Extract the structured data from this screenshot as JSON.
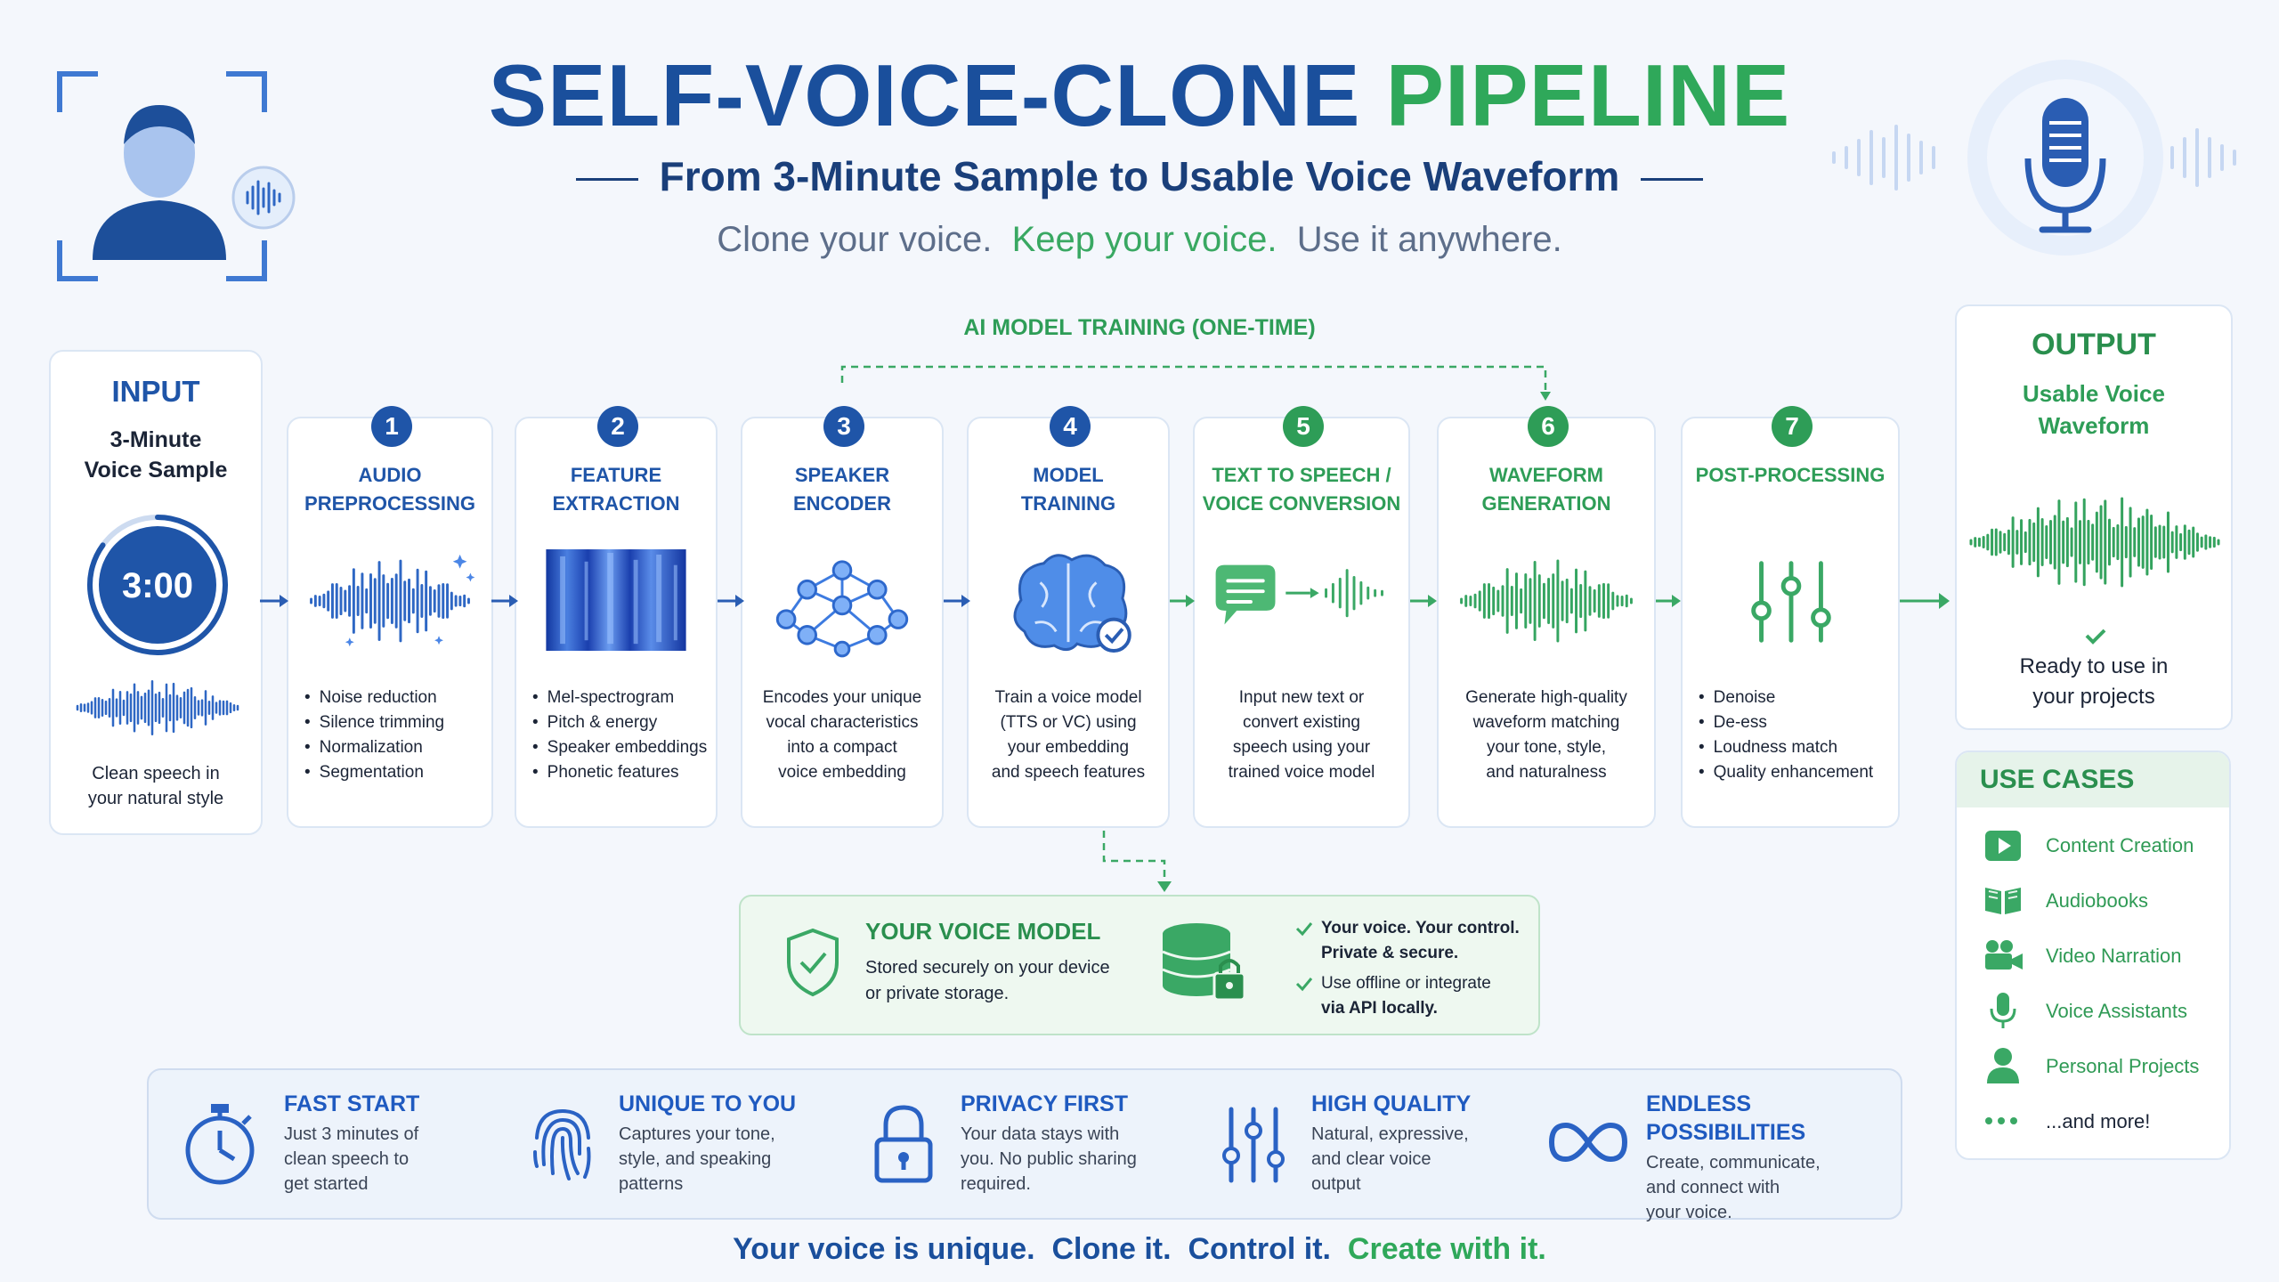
{
  "header": {
    "title_part1": "SELF-VOICE-CLONE",
    "title_part2": "PIPELINE",
    "subtitle": "From 3-Minute Sample to Usable Voice Waveform",
    "tagline_1": "Clone your voice.",
    "tagline_2": "Keep your voice.",
    "tagline_3": "Use it anywhere."
  },
  "input": {
    "heading": "INPUT",
    "line1": "3-Minute",
    "line2": "Voice Sample",
    "timer": "3:00",
    "caption1": "Clean speech in",
    "caption2": "your natural style",
    "timer_progress": 0.85
  },
  "training_label": "AI MODEL TRAINING (ONE-TIME)",
  "steps": [
    {
      "num": "1",
      "title1": "AUDIO",
      "title2": "PREPROCESSING",
      "bullets": [
        "Noise reduction",
        "Silence trimming",
        "Normalization",
        "Segmentation"
      ]
    },
    {
      "num": "2",
      "title1": "FEATURE",
      "title2": "EXTRACTION",
      "bullets": [
        "Mel-spectrogram",
        "Pitch & energy",
        "Speaker embeddings",
        "Phonetic features"
      ]
    },
    {
      "num": "3",
      "title1": "SPEAKER",
      "title2": "ENCODER",
      "desc": [
        "Encodes your unique",
        "vocal characteristics",
        "into a compact",
        "voice embedding"
      ]
    },
    {
      "num": "4",
      "title1": "MODEL",
      "title2": "TRAINING",
      "desc": [
        "Train a voice model",
        "(TTS or VC) using",
        "your embedding",
        "and speech features"
      ]
    },
    {
      "num": "5",
      "title1": "TEXT TO SPEECH /",
      "title2": "VOICE CONVERSION",
      "desc": [
        "Input new text or",
        "convert existing",
        "speech using your",
        "trained voice model"
      ]
    },
    {
      "num": "6",
      "title1": "WAVEFORM",
      "title2": "GENERATION",
      "desc": [
        "Generate high-quality",
        "waveform matching",
        "your tone, style,",
        "and naturalness"
      ]
    },
    {
      "num": "7",
      "title1": "POST-PROCESSING",
      "title2": "",
      "bullets": [
        "Denoise",
        "De-ess",
        "Loudness match",
        "Quality enhancement"
      ]
    }
  ],
  "output": {
    "heading": "OUTPUT",
    "line1": "Usable Voice",
    "line2": "Waveform",
    "ready1": "Ready to use in",
    "ready2": "your projects"
  },
  "voice_model": {
    "title": "YOUR VOICE MODEL",
    "desc1": "Stored securely on your device",
    "desc2": "or private storage.",
    "check1a": "Your voice. Your control.",
    "check1b": "Private & secure.",
    "check2a": "Use offline or integrate",
    "check2b": "via API locally."
  },
  "use_cases": {
    "heading": "USE CASES",
    "items": [
      {
        "label": "Content Creation",
        "icon": "play-icon"
      },
      {
        "label": "Audiobooks",
        "icon": "book-icon"
      },
      {
        "label": "Video Narration",
        "icon": "video-camera-icon"
      },
      {
        "label": "Voice Assistants",
        "icon": "microphone-icon"
      },
      {
        "label": "Personal Projects",
        "icon": "person-icon"
      },
      {
        "label": "...and more!",
        "icon": "more-dots-icon"
      }
    ]
  },
  "features": [
    {
      "title": "FAST START",
      "lines": [
        "Just 3 minutes of",
        "clean speech to",
        "get started"
      ],
      "icon": "stopwatch-icon"
    },
    {
      "title": "UNIQUE TO YOU",
      "lines": [
        "Captures your tone,",
        "style, and speaking",
        "patterns"
      ],
      "icon": "fingerprint-icon"
    },
    {
      "title": "PRIVACY FIRST",
      "lines": [
        "Your data stays with",
        "you. No public sharing",
        "required."
      ],
      "icon": "padlock-icon"
    },
    {
      "title": "HIGH QUALITY",
      "lines": [
        "Natural, expressive,",
        "and clear voice",
        "output"
      ],
      "icon": "equalizer-icon"
    },
    {
      "title": "ENDLESS POSSIBILITIES",
      "lines": [
        "Create, communicate,",
        "and connect with",
        "your voice."
      ],
      "icon": "infinity-icon"
    }
  ],
  "footer": {
    "part1": "Your voice is unique.",
    "part2": "Clone it.",
    "part3": "Control it.",
    "part4": "Create with it."
  },
  "colors": {
    "blue": "#1f55a8",
    "green": "#2e9d57",
    "light_blue_bg": "#edf3fb",
    "light_green_bg": "#eef8f0"
  }
}
